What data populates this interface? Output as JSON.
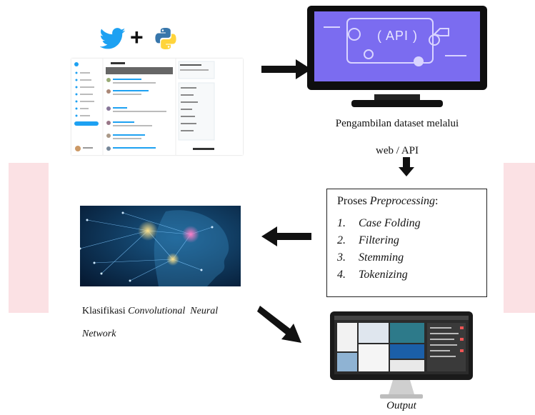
{
  "steps": {
    "dataset_caption_line1": "Pengambilan dataset melalui",
    "dataset_caption_line2": "web / API",
    "api_label": "( API )",
    "plus_sign": "+",
    "preprocessing": {
      "title_prefix": "Proses ",
      "title_italic": "Preprocessing",
      "title_suffix": ":",
      "items": [
        {
          "num": "1.",
          "label": "Case Folding"
        },
        {
          "num": "2.",
          "label": "Filtering"
        },
        {
          "num": "3.",
          "label": "Stemming"
        },
        {
          "num": "4.",
          "label": "Tokenizing"
        }
      ]
    },
    "cnn_caption": {
      "prefix": "Klasifikasi ",
      "italic_line1": "Convolutional  Neural",
      "italic_line2": "Network"
    },
    "output_caption": "Output"
  },
  "icons": [
    "twitter-icon",
    "python-icon",
    "api-monitor-icon",
    "neural-network-image",
    "output-monitor-icon"
  ],
  "colors": {
    "twitter": "#1da1f2",
    "python_blue": "#3776ab",
    "python_yellow": "#ffd43b",
    "api_screen": "#7b6cf0",
    "side_bar": "#fbe1e4",
    "arrow": "#111111"
  }
}
